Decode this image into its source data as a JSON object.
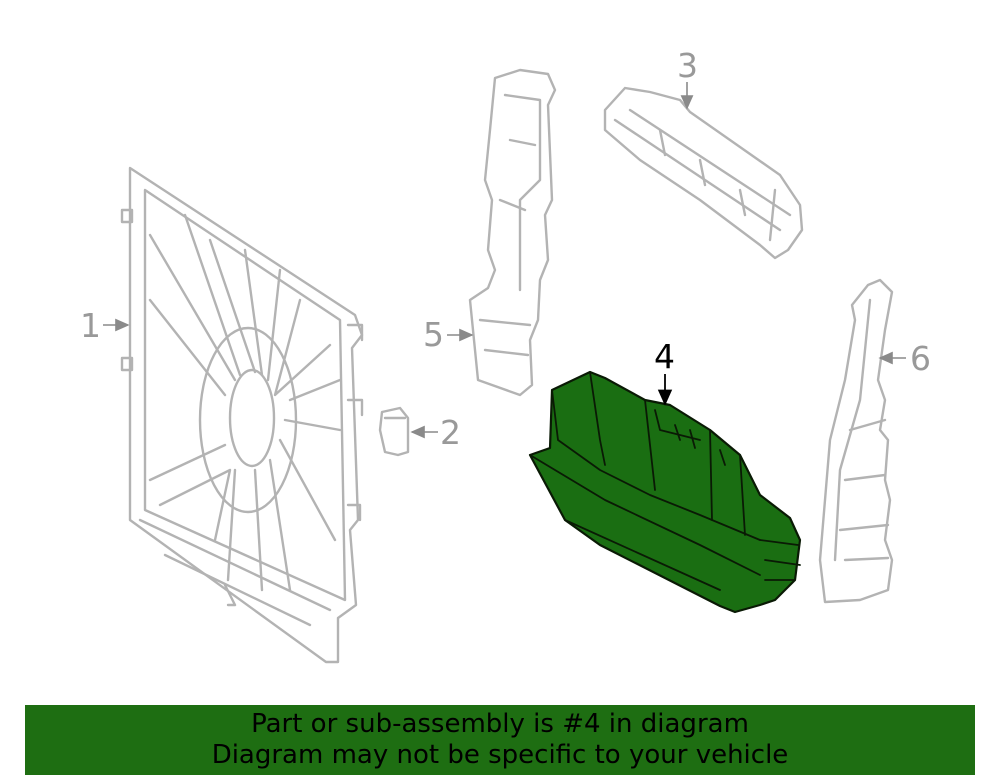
{
  "diagram": {
    "callouts": [
      {
        "id": "1",
        "label": "1"
      },
      {
        "id": "2",
        "label": "2"
      },
      {
        "id": "3",
        "label": "3"
      },
      {
        "id": "4",
        "label": "4"
      },
      {
        "id": "5",
        "label": "5"
      },
      {
        "id": "6",
        "label": "6"
      }
    ],
    "highlighted_part": "4",
    "colors": {
      "highlight_fill": "#1a6e12",
      "inactive_stroke": "#b3b3b3",
      "active_label": "#000000",
      "inactive_label": "#999999",
      "banner_bg": "#1e6e12"
    }
  },
  "banner": {
    "line1": "Part or sub-assembly is #4 in diagram",
    "line2": "Diagram may not be specific to your vehicle"
  }
}
